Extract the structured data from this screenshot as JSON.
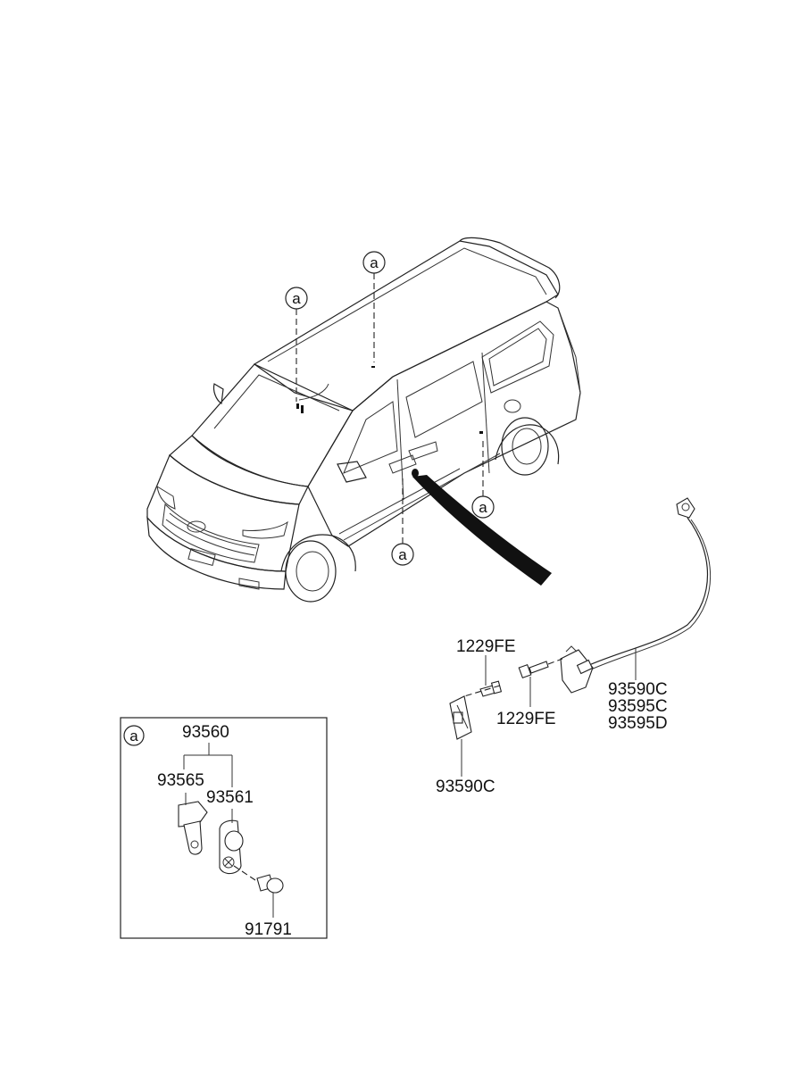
{
  "callout_marker": "a",
  "parts": {
    "assembly": "93560",
    "switch": "93565",
    "cap": "93561",
    "screw_detail": "91791",
    "bolt_top": "1229FE",
    "bolt_mid": "1229FE",
    "harness_left": "93590C",
    "harness_right_1": "93590C",
    "harness_right_2": "93595C",
    "harness_right_3": "93595D"
  }
}
